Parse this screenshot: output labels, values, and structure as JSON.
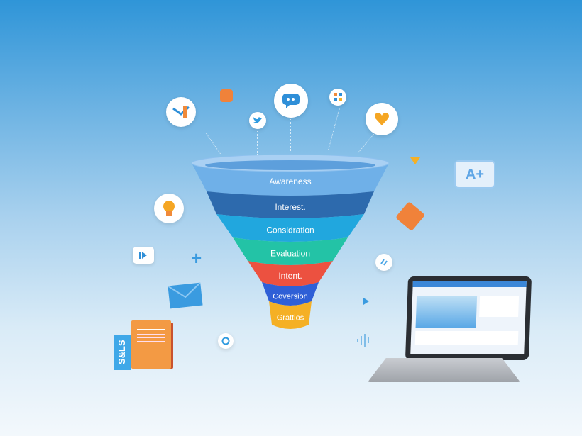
{
  "funnel": {
    "stages": [
      {
        "label": "Awareness",
        "color": "#6fb0e8"
      },
      {
        "label": "Interest.",
        "color": "#2d6aad"
      },
      {
        "label": "Considration",
        "color": "#21a7de"
      },
      {
        "label": "Evaluation",
        "color": "#23c3a6"
      },
      {
        "label": "Intent.",
        "color": "#ec5140"
      },
      {
        "label": "Coversion",
        "color": "#2f5fd6"
      },
      {
        "label": "Grattios",
        "color": "#f5b025"
      }
    ]
  },
  "decor": {
    "book_label": "S&LS",
    "bubble_label": "A+"
  },
  "icons": [
    "email-icon",
    "calendar-icon",
    "twitter-icon",
    "chat-icon",
    "grid-app-icon",
    "heart-icon",
    "idea-icon",
    "video-icon",
    "plus-icon",
    "envelope-icon",
    "audio-icon",
    "instagram-icon",
    "diamond-icon",
    "play-icon",
    "laptop-icon"
  ]
}
